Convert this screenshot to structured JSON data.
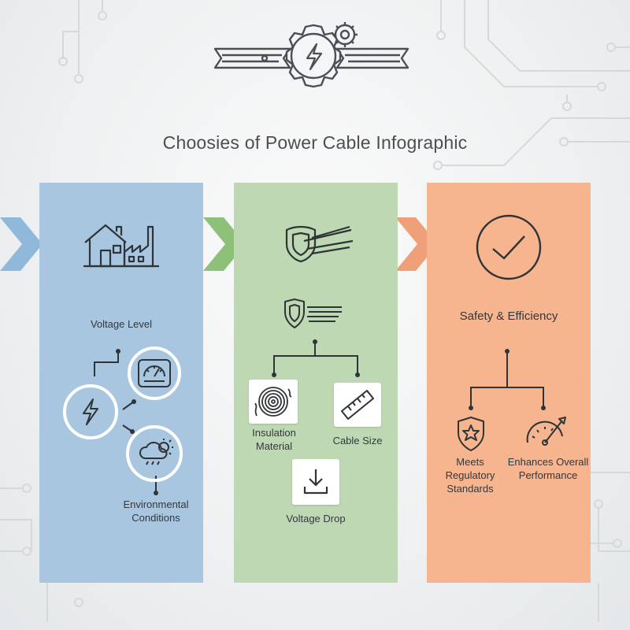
{
  "title": "Choosies of Power Cable Infographic",
  "columns": {
    "voltage": {
      "heading": "Voltage Level",
      "footer": "Environmental Conditions"
    },
    "materials": {
      "insulation": "Insulation Material",
      "cable_size": "Cable Size",
      "voltage_drop": "Voltage Drop"
    },
    "safety": {
      "heading": "Safety & Efficiency",
      "standards": "Meets Regulatory Standards",
      "performance": "Enhances Overall Performance"
    }
  },
  "colors": {
    "blue_panel": "#a8c6df",
    "green_panel": "#bed8b3",
    "orange_panel": "#f6b48f",
    "blue_arrow": "#7aa8cf",
    "green_arrow": "#8fc07a",
    "orange_arrow": "#f0a078"
  },
  "icons": [
    "lightning-gear-emblem-icon",
    "house-factory-icon",
    "gauge-icon",
    "lightning-icon",
    "weather-icon",
    "cable-shield-icon",
    "shield-icon",
    "coil-icon",
    "ruler-icon",
    "download-arrow-icon",
    "checkmark-circle-icon",
    "star-shield-icon",
    "speedometer-icon"
  ]
}
